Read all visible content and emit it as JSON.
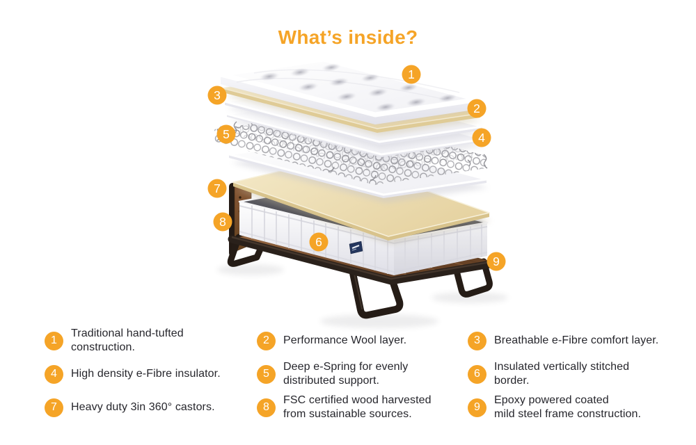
{
  "title": "What’s inside?",
  "colors": {
    "accent_orange": "#F5A427",
    "text_dark": "#26262C",
    "background": "#FFFFFF",
    "wool_cream": "#EFE2BD",
    "mattress_top_grey": "#45454B",
    "wood_walnut": "#8A5A38",
    "frame_dark": "#251C16",
    "spring_wire_grey": "#8D8D93"
  },
  "items": [
    {
      "num": "1",
      "lines": [
        "Traditional hand-tufted",
        "construction."
      ]
    },
    {
      "num": "2",
      "lines": [
        "Performance Wool layer."
      ]
    },
    {
      "num": "3",
      "lines": [
        "Breathable e-Fibre comfort layer."
      ]
    },
    {
      "num": "4",
      "lines": [
        "High density e-Fibre insulator."
      ]
    },
    {
      "num": "5",
      "lines": [
        "Deep e-Spring for evenly",
        "distributed support."
      ]
    },
    {
      "num": "6",
      "lines": [
        "Insulated vertically stitched",
        "border."
      ]
    },
    {
      "num": "7",
      "lines": [
        "Heavy duty 3in 360° castors."
      ]
    },
    {
      "num": "8",
      "lines": [
        "FSC certified wood harvested",
        "from sustainable sources."
      ]
    },
    {
      "num": "9",
      "lines": [
        "Epoxy powered coated",
        "mild steel frame construction."
      ]
    }
  ]
}
